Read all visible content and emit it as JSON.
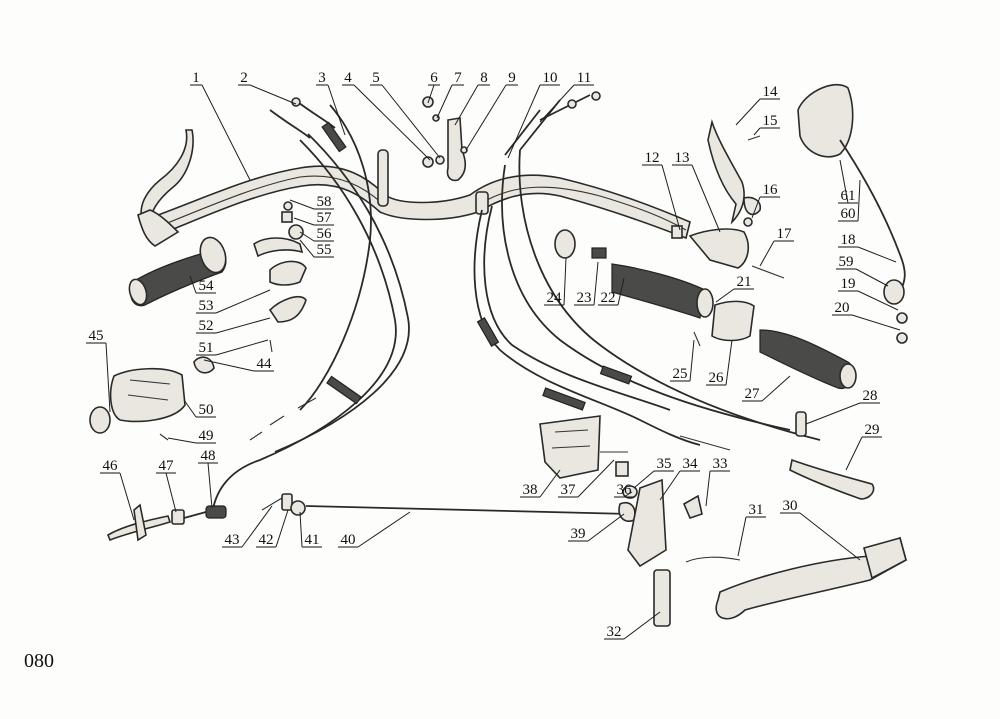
{
  "page_number": "080",
  "callouts": [
    "1",
    "2",
    "3",
    "4",
    "5",
    "6",
    "7",
    "8",
    "9",
    "10",
    "11",
    "12",
    "13",
    "14",
    "15",
    "16",
    "17",
    "18",
    "19",
    "20",
    "21",
    "22",
    "23",
    "24",
    "25",
    "26",
    "27",
    "28",
    "29",
    "30",
    "31",
    "32",
    "33",
    "34",
    "35",
    "36",
    "37",
    "38",
    "39",
    "40",
    "41",
    "42",
    "43",
    "44",
    "45",
    "46",
    "47",
    "48",
    "49",
    "50",
    "51",
    "52",
    "53",
    "54",
    "55",
    "56",
    "57",
    "58",
    "59",
    "60",
    "61"
  ]
}
